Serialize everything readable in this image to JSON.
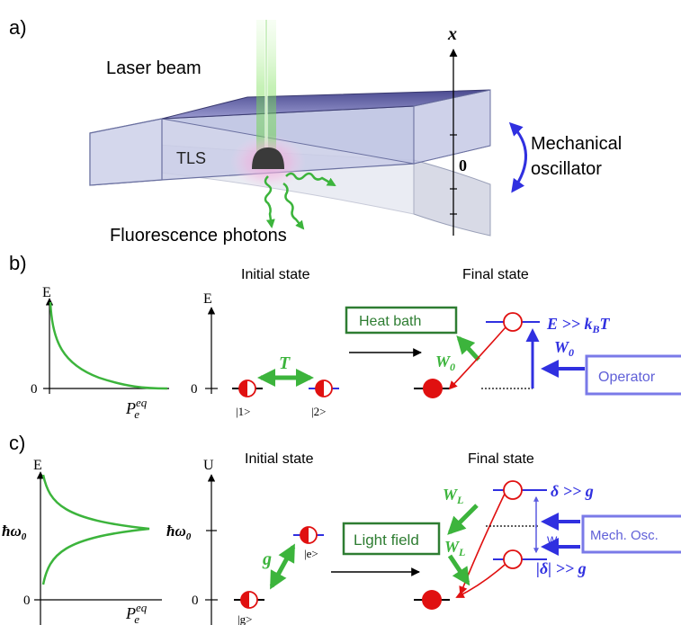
{
  "panel_a": {
    "label": "a)",
    "laser_label": "Laser beam",
    "tls_label": "TLS",
    "fluorescence_label": "Fluorescence photons",
    "mech_label_line1": "Mechanical",
    "mech_label_line2": "oscillator",
    "axis_x": "x",
    "axis_zero": "0"
  },
  "panel_b": {
    "label": "b)",
    "initial_state": "Initial state",
    "final_state": "Final state",
    "e_axis": "E",
    "zero": "0",
    "p_eq_base": "P",
    "p_eq_sub": "e",
    "p_eq_sup": "eq",
    "e_axis2": "E",
    "zero2": "0",
    "T_label": "T",
    "ket1": "|1>",
    "ket2": "|2>",
    "heat_bath": "Heat bath",
    "W0_a": "W",
    "W0_a_sub": "0",
    "W0_b": "W",
    "W0_b_sub": "0",
    "E_kBT_main": "E >> k",
    "E_kBT_sub": "B",
    "E_kBT_end": "T",
    "operator": "Operator"
  },
  "panel_c": {
    "label": "c)",
    "initial_state": "Initial state",
    "final_state": "Final state",
    "e_axis": "E",
    "u_axis": "U",
    "hbar_omega": "ħω",
    "hbar_sub": "0",
    "hbar_omega2": "ħω",
    "hbar_sub2": "0",
    "zero": "0",
    "zero2": "0",
    "p_eq_base": "P",
    "p_eq_sub": "e",
    "p_eq_sup": "eq",
    "g_label": "g",
    "ket_e": "|e>",
    "ket_g": "|g>",
    "light_field": "Light field",
    "WL_a": "W",
    "WL_a_sub": "L",
    "WL_b": "W",
    "WL_b_sub": "L",
    "WL_small": "W",
    "WL_small_sub": "L",
    "delta_top": "δ >> g",
    "delta_bottom": "|δ| >> g",
    "mech_osc": "Mech. Osc."
  },
  "colors": {
    "green": "#3cb43c",
    "dark_green": "#2e7d32",
    "blue": "#3030e0",
    "operator_blue": "#7a7ae8",
    "red": "#e01010"
  }
}
